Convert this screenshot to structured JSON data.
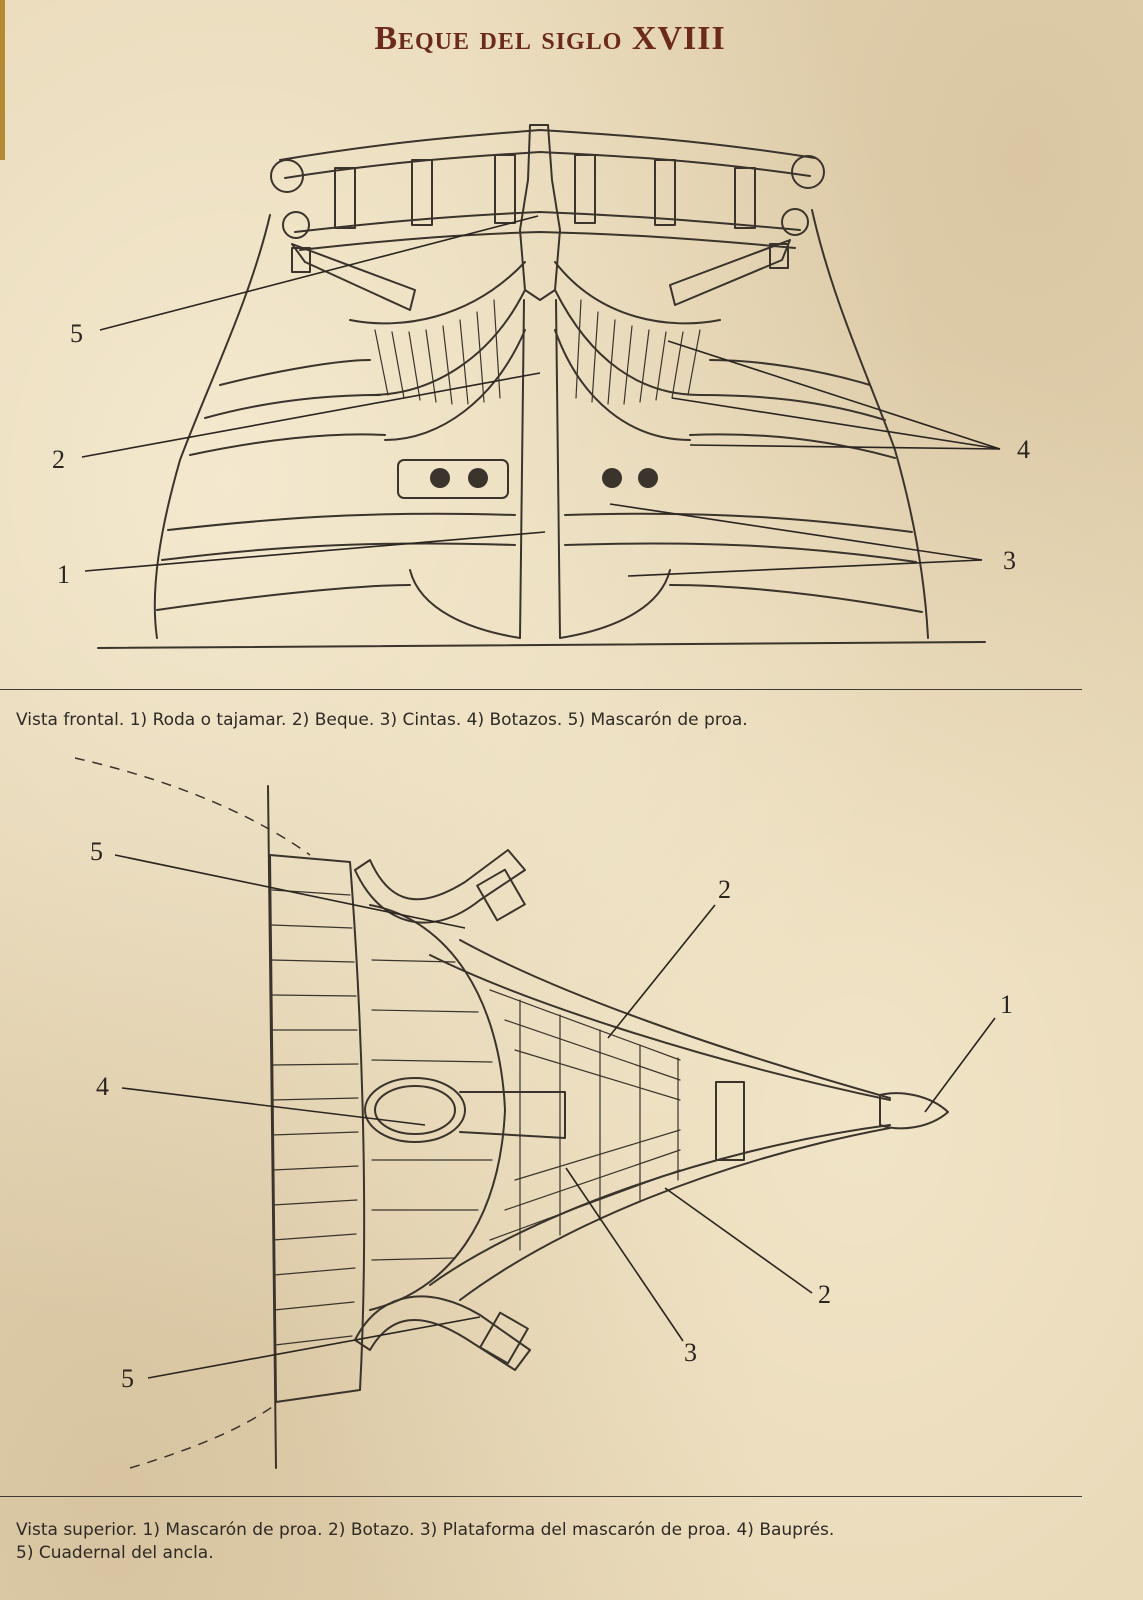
{
  "title": "Beque del siglo XVIII",
  "front_view": {
    "callouts": [
      "5",
      "2",
      "1",
      "4",
      "3"
    ],
    "caption": "Vista frontal. 1) Roda o tajamar. 2) Beque. 3) Cintas. 4) Botazos. 5) Mascarón de proa."
  },
  "top_view": {
    "callouts": [
      "5",
      "2",
      "1",
      "4",
      "2",
      "3",
      "5"
    ],
    "caption_line1": "Vista superior. 1) Mascarón de proa. 2) Botazo. 3) Plataforma del mascarón de proa. 4) Bauprés.",
    "caption_line2": "5) Cuadernal del ancla."
  }
}
